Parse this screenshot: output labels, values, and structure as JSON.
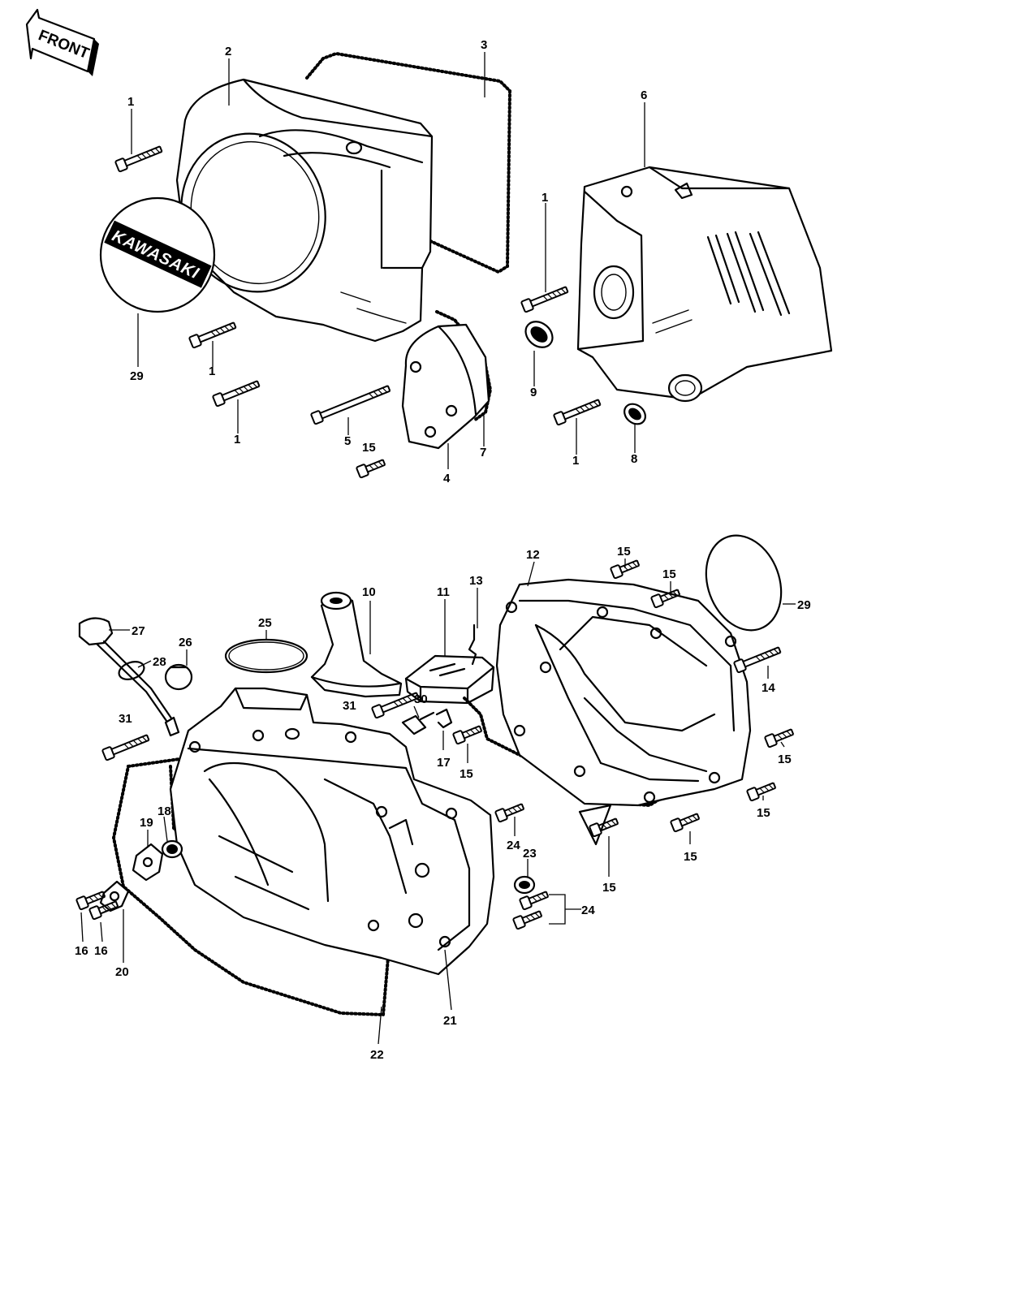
{
  "orientation_label": "FRONT",
  "logo_text": "KAWASAKI",
  "callouts": {
    "c1a": "1",
    "c1b": "1",
    "c1c": "1",
    "c1d": "1",
    "c1e": "1",
    "c2": "2",
    "c3": "3",
    "c4": "4",
    "c5": "5",
    "c6": "6",
    "c7": "7",
    "c8": "8",
    "c9": "9",
    "c10": "10",
    "c11": "11",
    "c12": "12",
    "c13": "13",
    "c14": "14",
    "c15a": "15",
    "c15b": "15",
    "c15c": "15",
    "c15d": "15",
    "c15e": "15",
    "c15f": "15",
    "c15g": "15",
    "c15h": "15",
    "c16a": "16",
    "c16b": "16",
    "c17": "17",
    "c18": "18",
    "c19": "19",
    "c20": "20",
    "c21": "21",
    "c22": "22",
    "c23": "23",
    "c24a": "24",
    "c24b": "24",
    "c25": "25",
    "c26": "26",
    "c27": "27",
    "c28": "28",
    "c29a": "29",
    "c29b": "29",
    "c30": "30",
    "c31a": "31",
    "c31b": "31"
  }
}
